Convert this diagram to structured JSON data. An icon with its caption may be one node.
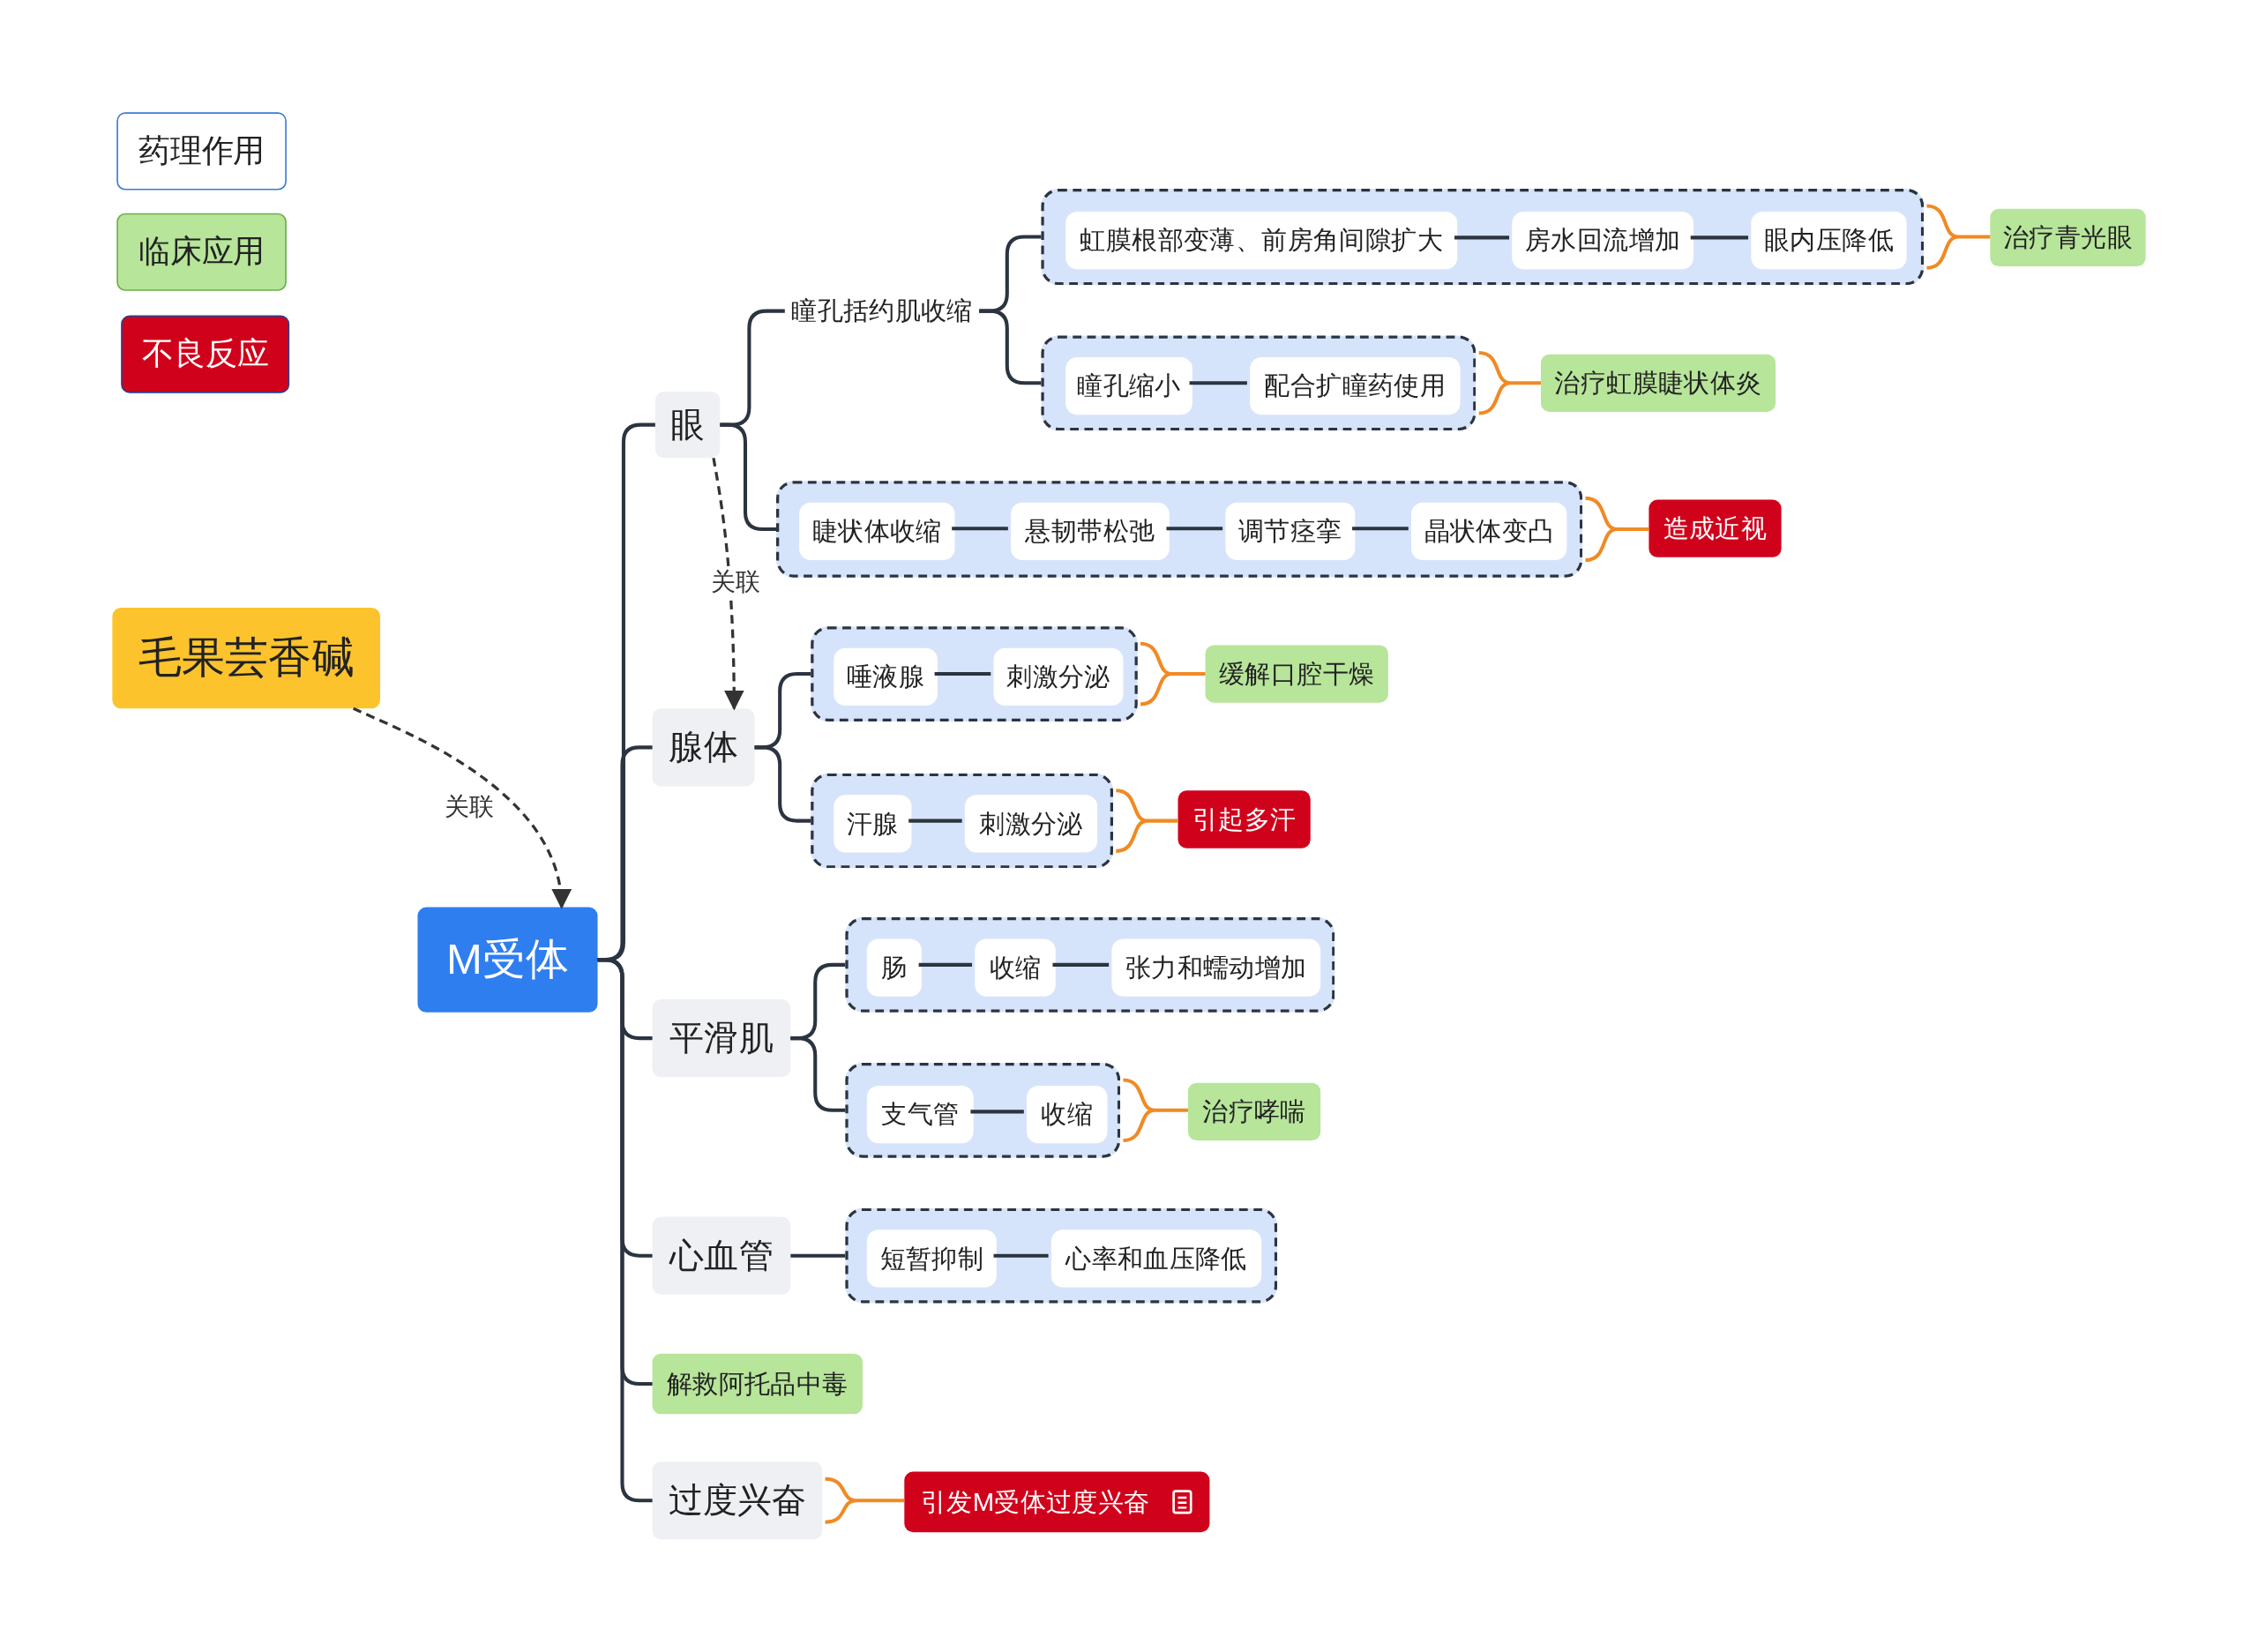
{
  "diagram": {
    "nodes": [
      {
        "text": [
          "毛果芸香碱"
        ]
      },
      {
        "text": [
          "M受体"
        ]
      },
      {
        "text": [
          "眼"
        ]
      },
      {
        "text": [
          "瞳孔括约肌收缩"
        ]
      },
      {
        "text": [],
        "shape": "box"
      },
      {
        "text": [
          "虹膜根部变薄、前房角间隙扩大"
        ],
        "in": 4
      },
      {
        "text": [
          "房水回流增加"
        ],
        "in": 4
      },
      {
        "text": [
          "眼内压降低"
        ],
        "in": 4
      },
      {
        "text": [
          "治疗青光眼"
        ]
      },
      {
        "text": [],
        "shape": "box"
      },
      {
        "text": [
          "瞳孔缩小"
        ],
        "in": 9
      },
      {
        "text": [
          "配合扩瞳药使用"
        ],
        "in": 9
      },
      {
        "text": [
          "治疗虹膜睫状体炎"
        ]
      },
      {
        "text": [],
        "shape": "box"
      },
      {
        "text": [
          "睫状体收缩"
        ],
        "in": 13
      },
      {
        "text": [
          "悬韧带松弛"
        ],
        "in": 13
      },
      {
        "text": [
          "调节痉挛"
        ],
        "in": 13
      },
      {
        "text": [
          "晶状体变凸"
        ],
        "in": 13
      },
      {
        "text": [
          "造成近视"
        ]
      },
      {
        "text": [
          "腺体"
        ]
      },
      {
        "text": [],
        "shape": "box"
      },
      {
        "text": [
          "唾液腺"
        ],
        "in": 20
      },
      {
        "text": [
          "刺激分泌"
        ],
        "in": 20
      },
      {
        "text": [
          "缓解口腔干燥"
        ]
      },
      {
        "text": [],
        "shape": "box"
      },
      {
        "text": [
          "汗腺"
        ],
        "in": 24
      },
      {
        "text": [
          "刺激分泌"
        ],
        "in": 24
      },
      {
        "text": [
          "引起多汗"
        ]
      },
      {
        "text": [
          "平滑肌"
        ]
      },
      {
        "text": [],
        "shape": "box"
      },
      {
        "text": [
          "肠"
        ],
        "in": 29
      },
      {
        "text": [
          "收缩"
        ],
        "in": 29
      },
      {
        "text": [
          "张力和蠕动增加"
        ],
        "in": 29
      },
      {
        "text": [],
        "shape": "box"
      },
      {
        "text": [
          "支气管"
        ],
        "in": 33
      },
      {
        "text": [
          "收缩"
        ],
        "in": 33
      },
      {
        "text": [
          "治疗哮喘"
        ]
      },
      {
        "text": [
          "心血管"
        ]
      },
      {
        "text": [],
        "shape": "box"
      },
      {
        "text": [
          "短暂抑制"
        ],
        "in": 38
      },
      {
        "text": [
          "心率和血压降低"
        ],
        "in": 38
      },
      {
        "text": [
          "解救阿托品中毒"
        ]
      },
      {
        "text": [
          "过度兴奋"
        ]
      },
      {
        "text": [
          "引发M受体过度兴奋"
        ]
      }
    ],
    "edges": [
      {
        "from": 0,
        "to": 1,
        "arrow": "to",
        "style": "dashed",
        "label": "关联",
        "color": "#333333"
      },
      {
        "from": 1,
        "to": 2,
        "arrow": "none"
      },
      {
        "from": 1,
        "to": 19,
        "arrow": "none"
      },
      {
        "from": 1,
        "to": 28,
        "arrow": "none"
      },
      {
        "from": 1,
        "to": 37,
        "arrow": "none"
      },
      {
        "from": 1,
        "to": 41,
        "arrow": "none"
      },
      {
        "from": 1,
        "to": 42,
        "arrow": "none"
      },
      {
        "from": 2,
        "to": 3,
        "arrow": "none"
      },
      {
        "from": 2,
        "to": 13,
        "arrow": "none"
      },
      {
        "from": 3,
        "to": 4,
        "arrow": "none"
      },
      {
        "from": 3,
        "to": 9,
        "arrow": "none"
      },
      {
        "from": 5,
        "to": 6,
        "arrow": "none"
      },
      {
        "from": 6,
        "to": 7,
        "arrow": "none"
      },
      {
        "from": 4,
        "to": 8,
        "arrow": "none",
        "color": "#f08a24"
      },
      {
        "from": 10,
        "to": 11,
        "arrow": "none"
      },
      {
        "from": 9,
        "to": 12,
        "arrow": "none",
        "color": "#f08a24"
      },
      {
        "from": 14,
        "to": 15,
        "arrow": "none"
      },
      {
        "from": 15,
        "to": 16,
        "arrow": "none"
      },
      {
        "from": 16,
        "to": 17,
        "arrow": "none"
      },
      {
        "from": 13,
        "to": 18,
        "arrow": "none",
        "color": "#f08a24"
      },
      {
        "from": 2,
        "to": 19,
        "arrow": "to",
        "style": "dashed",
        "label": "关联",
        "color": "#333333"
      },
      {
        "from": 19,
        "to": 20,
        "arrow": "none"
      },
      {
        "from": 19,
        "to": 24,
        "arrow": "none"
      },
      {
        "from": 21,
        "to": 22,
        "arrow": "none"
      },
      {
        "from": 20,
        "to": 23,
        "arrow": "none",
        "color": "#f08a24"
      },
      {
        "from": 25,
        "to": 26,
        "arrow": "none"
      },
      {
        "from": 24,
        "to": 27,
        "arrow": "none",
        "color": "#f08a24"
      },
      {
        "from": 28,
        "to": 29,
        "arrow": "none"
      },
      {
        "from": 28,
        "to": 33,
        "arrow": "none"
      },
      {
        "from": 30,
        "to": 31,
        "arrow": "none"
      },
      {
        "from": 31,
        "to": 32,
        "arrow": "none"
      },
      {
        "from": 34,
        "to": 35,
        "arrow": "none"
      },
      {
        "from": 33,
        "to": 36,
        "arrow": "none",
        "color": "#f08a24"
      },
      {
        "from": 37,
        "to": 38,
        "arrow": "none"
      },
      {
        "from": 39,
        "to": 40,
        "arrow": "none"
      },
      {
        "from": 42,
        "to": 43,
        "arrow": "none",
        "color": "#f08a24"
      }
    ],
    "legend": [
      {
        "text": "药理作用",
        "color": "#ffffff"
      },
      {
        "text": "临床应用",
        "color": "#b7e59a"
      },
      {
        "text": "不良反应",
        "color": "#d0021b"
      }
    ]
  }
}
